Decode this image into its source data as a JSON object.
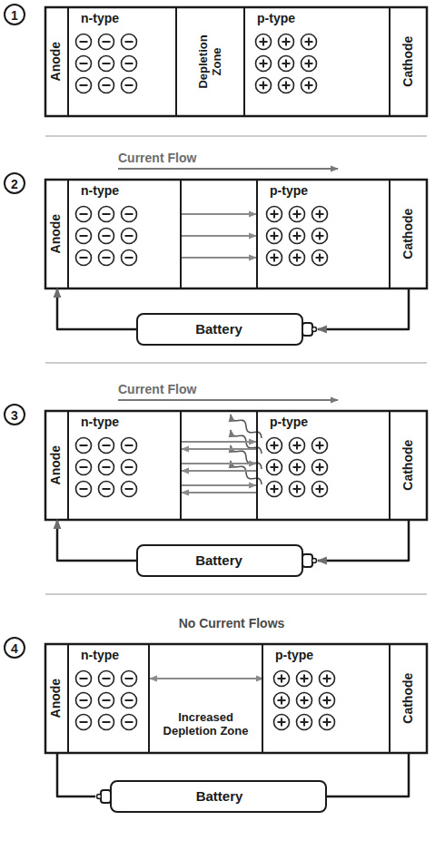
{
  "diagram": {
    "nodes": [
      {
        "text": [
          "Anode"
        ]
      },
      {
        "text": [
          "n-type"
        ]
      },
      {
        "text": [
          "Depletion Zone"
        ]
      },
      {
        "text": [
          "p-type"
        ]
      },
      {
        "text": [
          "Cathode"
        ]
      },
      {
        "text": [
          "Anode"
        ]
      },
      {
        "text": [
          "n-type"
        ]
      },
      {
        "text": [
          "p-type"
        ]
      },
      {
        "text": [
          "Cathode"
        ]
      },
      {
        "text": [
          "Battery"
        ]
      },
      {
        "text": [
          "Anode"
        ]
      },
      {
        "text": [
          "n-type"
        ]
      },
      {
        "text": [
          "p-type"
        ]
      },
      {
        "text": [
          "Cathode"
        ]
      },
      {
        "text": [
          "Battery"
        ]
      },
      {
        "text": [
          "Anode"
        ]
      },
      {
        "text": [
          "n-type"
        ]
      },
      {
        "text": [
          "Increased Depletion Zone"
        ]
      },
      {
        "text": [
          "p-type"
        ]
      },
      {
        "text": [
          "Cathode"
        ]
      },
      {
        "text": [
          "Battery"
        ]
      }
    ],
    "edges": [
      {
        "from": 6,
        "to": 7,
        "arrow": "to"
      },
      {
        "from": 6,
        "to": 7,
        "arrow": "to"
      },
      {
        "from": 6,
        "to": 7,
        "arrow": "to"
      },
      {
        "from": 8,
        "to": 9,
        "arrow": "to"
      },
      {
        "from": 9,
        "to": 5,
        "arrow": "to"
      },
      {
        "from": 11,
        "to": 12,
        "arrow": "to"
      },
      {
        "from": 11,
        "to": 12,
        "arrow": "to"
      },
      {
        "from": 11,
        "to": 12,
        "arrow": "to"
      },
      {
        "from": 12,
        "to": 11,
        "arrow": "to"
      },
      {
        "from": 12,
        "to": 11,
        "arrow": "to"
      },
      {
        "from": 12,
        "to": 11,
        "arrow": "to"
      },
      {
        "from": 13,
        "to": 14,
        "arrow": "to"
      },
      {
        "from": 14,
        "to": 10,
        "arrow": "to"
      },
      {
        "from": 16,
        "to": 18,
        "arrow": "both"
      },
      {
        "from": 15,
        "to": 20,
        "arrow": "none"
      },
      {
        "from": 20,
        "to": 19,
        "arrow": "none"
      }
    ],
    "labels": [
      "1",
      "Current Flow",
      "2",
      "Current Flow",
      "3",
      "No Current Flows",
      "4"
    ]
  }
}
